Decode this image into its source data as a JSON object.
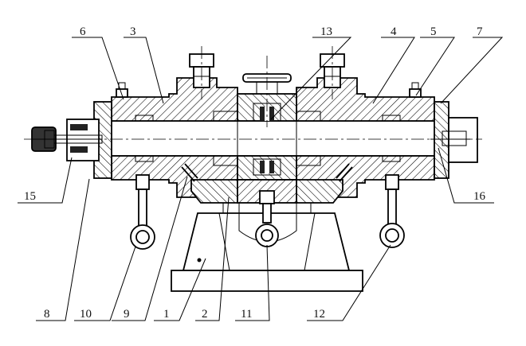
{
  "figure": {
    "callouts": [
      {
        "id": "c1",
        "label": "1"
      },
      {
        "id": "c2",
        "label": "2"
      },
      {
        "id": "c3",
        "label": "3"
      },
      {
        "id": "c4",
        "label": "4"
      },
      {
        "id": "c5",
        "label": "5"
      },
      {
        "id": "c6",
        "label": "6"
      },
      {
        "id": "c7",
        "label": "7"
      },
      {
        "id": "c8",
        "label": "8"
      },
      {
        "id": "c9",
        "label": "9"
      },
      {
        "id": "c10",
        "label": "10"
      },
      {
        "id": "c11",
        "label": "11"
      },
      {
        "id": "c12",
        "label": "12"
      },
      {
        "id": "c13",
        "label": "13"
      },
      {
        "id": "c15",
        "label": "15"
      },
      {
        "id": "c16",
        "label": "16"
      }
    ]
  }
}
